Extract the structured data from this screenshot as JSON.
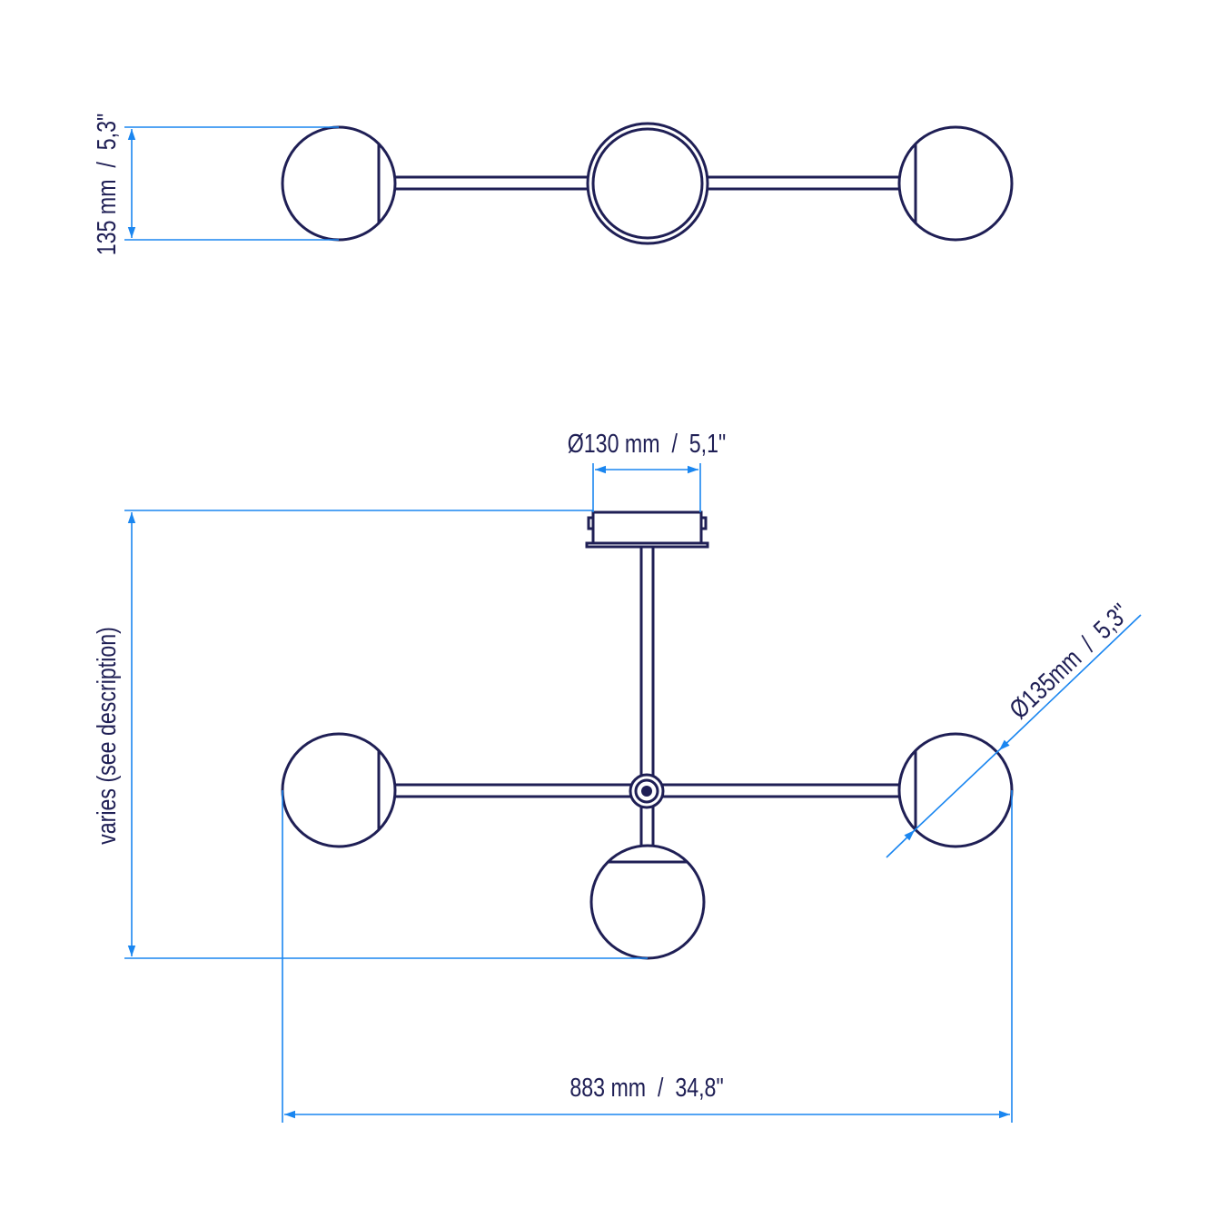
{
  "colors": {
    "fixture": "#1f1f55",
    "dimension": "#1a86f0",
    "background": "#ffffff"
  },
  "labels": {
    "globe_height_side": "135 mm  /  5,3\"",
    "canopy_diameter": "Ø130 mm  /  5,1\"",
    "globe_diameter": "Ø135mm  /  5,3\"",
    "drop_height": "varies (see description)",
    "total_width": "883 mm  /  34,8\""
  }
}
